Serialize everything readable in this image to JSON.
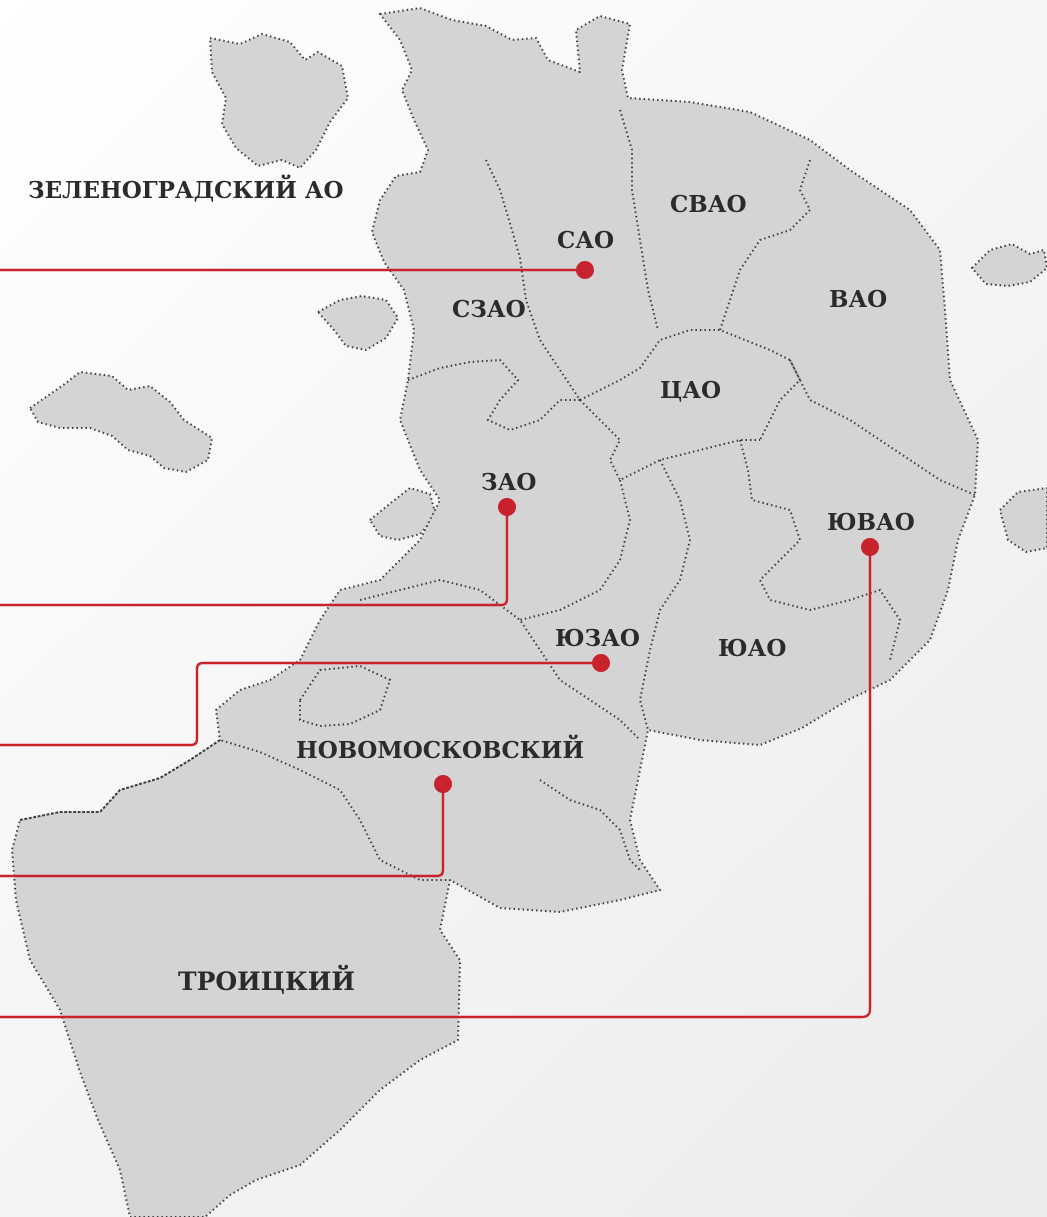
{
  "colors": {
    "district_fill": "#d4d4d4",
    "district_border": "#3a3a3a",
    "accent": "#c8222c",
    "label_text": "#2b2b2b"
  },
  "districts": {
    "zelenograd": "ЗЕЛЕНОГРАДСКИЙ АО",
    "sao": "САО",
    "svao": "СВАО",
    "vao": "ВАО",
    "szao": "СЗАО",
    "cao": "ЦАО",
    "zao": "ЗАО",
    "yuvao": "ЮВАО",
    "yuzao": "ЮЗАО",
    "yuao": "ЮАО",
    "novomoskovsky": "НОВОМОСКОВСКИЙ",
    "troitsky": "ТРОИЦКИЙ"
  },
  "markers": [
    "САО",
    "ЗАО",
    "ЮЗАО",
    "НОВОМОСКОВСКИЙ",
    "ЮВАО"
  ]
}
